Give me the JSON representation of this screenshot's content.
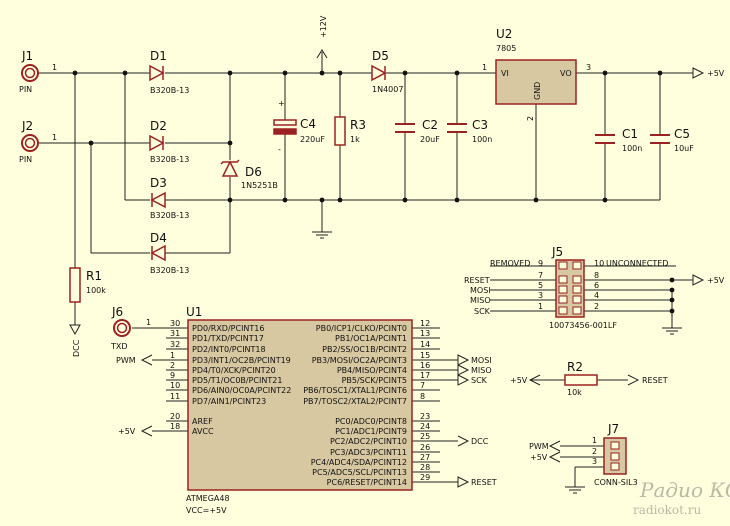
{
  "vcc_label": "+12V",
  "out_label": "+5V",
  "gnd_label": "GND",
  "j1": {
    "ref": "J1",
    "type": "PIN",
    "pin": "1"
  },
  "j2": {
    "ref": "J2",
    "type": "PIN",
    "pin": "1"
  },
  "j6": {
    "ref": "J6",
    "type": "TXD",
    "pin": "1"
  },
  "d1": {
    "ref": "D1",
    "value": "B320B-13"
  },
  "d2": {
    "ref": "D2",
    "value": "B320B-13"
  },
  "d3": {
    "ref": "D3",
    "value": "B320B-13"
  },
  "d4": {
    "ref": "D4",
    "value": "B320B-13"
  },
  "d5": {
    "ref": "D5",
    "value": "1N4007"
  },
  "d6": {
    "ref": "D6",
    "value": "1N5251B"
  },
  "c4": {
    "ref": "C4",
    "value": "220uF",
    "plus": "+",
    "minus": "-"
  },
  "r3": {
    "ref": "R3",
    "value": "1k"
  },
  "c2": {
    "ref": "C2",
    "value": "20uF"
  },
  "c3": {
    "ref": "C3",
    "value": "100n"
  },
  "c1": {
    "ref": "C1",
    "value": "100n"
  },
  "c5": {
    "ref": "C5",
    "value": "10uF"
  },
  "u2": {
    "ref": "U2",
    "part": "7805",
    "vi": "VI",
    "vo": "VO",
    "gnd": "GND",
    "pin1": "1",
    "pin2": "2",
    "pin3": "3"
  },
  "r1": {
    "ref": "R1",
    "value": "100k"
  },
  "dcc": "DCC",
  "j5": {
    "ref": "J5",
    "part": "10073456-001LF",
    "left": [
      {
        "label": "REMOVED",
        "pin": "9"
      },
      {
        "label": "RESET",
        "pin": "7"
      },
      {
        "label": "MOSI",
        "pin": "5"
      },
      {
        "label": "MISO",
        "pin": "3"
      },
      {
        "label": "SCK",
        "pin": "1"
      }
    ],
    "right": [
      {
        "label": "UNCONNECTED",
        "pin": "10"
      },
      {
        "label": "",
        "pin": "8"
      },
      {
        "label": "",
        "pin": "6"
      },
      {
        "label": "",
        "pin": "4"
      },
      {
        "label": "",
        "pin": "2"
      }
    ],
    "vcc": "+5V"
  },
  "u1": {
    "ref": "U1",
    "part": "ATMEGA48",
    "vcc": "VCC=+5V",
    "left": [
      {
        "pin": "30",
        "name": "PD0/RXD/PCINT16"
      },
      {
        "pin": "31",
        "name": "PD1/TXD/PCINT17"
      },
      {
        "pin": "32",
        "name": "PD2/INT0/PCINT18"
      },
      {
        "pin": "1",
        "name": "PD3/INT1/OC2B/PCINT19"
      },
      {
        "pin": "2",
        "name": "PD4/T0/XCK/PCINT20"
      },
      {
        "pin": "9",
        "name": "PD5/T1/OC0B/PCINT21"
      },
      {
        "pin": "10",
        "name": "PD6/AIN0/OC0A/PCINT22"
      },
      {
        "pin": "11",
        "name": "PD7/AIN1/PCINT23"
      },
      {
        "pin": "20",
        "name": "AREF"
      },
      {
        "pin": "18",
        "name": "AVCC"
      }
    ],
    "right": [
      {
        "pin": "12",
        "name": "PB0/ICP1/CLKO/PCINT0"
      },
      {
        "pin": "13",
        "name": "PB1/OC1A/PCINT1"
      },
      {
        "pin": "14",
        "name": "PB2/SS/OC1B/PCINT2"
      },
      {
        "pin": "15",
        "name": "PB3/MOSI/OC2A/PCINT3"
      },
      {
        "pin": "16",
        "name": "PB4/MISO/PCINT4"
      },
      {
        "pin": "17",
        "name": "PB5/SCK/PCINT5"
      },
      {
        "pin": "7",
        "name": "PB6/TOSC1/XTAL1/PCINT6"
      },
      {
        "pin": "8",
        "name": "PB7/TOSC2/XTAL2/PCINT7"
      },
      {
        "pin": "23",
        "name": "PC0/ADC0/PCINT8"
      },
      {
        "pin": "24",
        "name": "PC1/ADC1/PCINT9"
      },
      {
        "pin": "25",
        "name": "PC2/ADC2/PCINT10"
      },
      {
        "pin": "26",
        "name": "PC3/ADC3/PCINT11"
      },
      {
        "pin": "27",
        "name": "PC4/ADC4/SDA/PCINT12"
      },
      {
        "pin": "28",
        "name": "PC5/ADC5/SCL/PCINT13"
      },
      {
        "pin": "29",
        "name": "PC6/RESET/PCINT14"
      }
    ]
  },
  "nets": {
    "pwm": "PWM",
    "avcc": "+5V",
    "mosi": "MOSI",
    "miso": "MISO",
    "sck": "SCK",
    "dcc": "DCC",
    "reset": "RESET"
  },
  "r2": {
    "ref": "R2",
    "value": "10k",
    "left": "+5V",
    "right": "RESET"
  },
  "j7": {
    "ref": "J7",
    "part": "CONN-SIL3",
    "labels": [
      "PWM",
      "+5V",
      ""
    ],
    "pins": [
      "1",
      "2",
      "3"
    ]
  },
  "watermark": {
    "line1": "Радио КОТ",
    "line2": "radiokot.ru"
  }
}
